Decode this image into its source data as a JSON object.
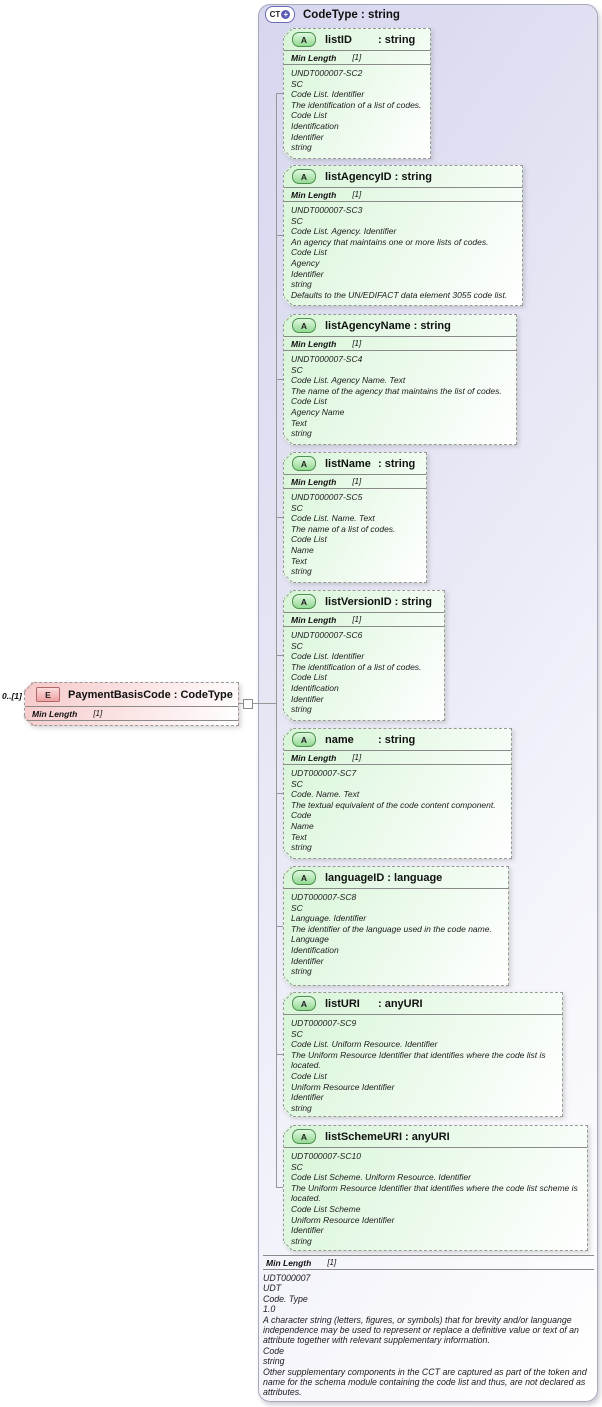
{
  "icons": {
    "complex_type": "CT",
    "complex_type_plus": "+",
    "attribute": "A",
    "element": "E"
  },
  "colors": {
    "complex_type_accent": "#5b5bb5",
    "complex_type_fill": "#dcdcf4",
    "attribute_fill": "#d7f5d7",
    "attribute_icon_border": "#4e8e4e",
    "element_fill": "#f6c9c9",
    "element_icon_border": "#b06868",
    "border_gray": "#999999"
  },
  "element": {
    "cardinality": "0..[1]",
    "title": "PaymentBasisCode : CodeType",
    "facet": {
      "name": "Min Length",
      "cardinality": "[1]"
    }
  },
  "complex_type": {
    "title": "CodeType : string",
    "facet": {
      "name": "Min Length",
      "cardinality": "[1]"
    },
    "annotations": [
      "UDT000007",
      "UDT",
      "Code. Type",
      "1.0",
      "A character string (letters, figures, or symbols) that for brevity and/or languange independence may be used to represent or replace a definitive value or text of an attribute together with relevant supplementary information.",
      "Code",
      "string",
      "Other supplementary components in the CCT are captured as part of the token and name for the schema module containing the code list and thus, are not declared as attributes."
    ],
    "attributes": [
      {
        "name": "listID",
        "type_label": ": string",
        "facet": {
          "name": "Min Length",
          "cardinality": "[1]"
        },
        "annotations": [
          "UNDT000007-SC2",
          "SC",
          "Code List. Identifier",
          "The identification of a list of codes.",
          "Code List",
          "Identification",
          "Identifier",
          "string"
        ]
      },
      {
        "name": "listAgencyID",
        "type_label": ": string",
        "facet": {
          "name": "Min Length",
          "cardinality": "[1]"
        },
        "annotations": [
          "UNDT000007-SC3",
          "SC",
          "Code List. Agency. Identifier",
          "An agency that maintains one or more lists of codes.",
          "Code List",
          "Agency",
          "Identifier",
          "string",
          "Defaults to the UN/EDIFACT data element 3055 code list."
        ]
      },
      {
        "name": "listAgencyName",
        "type_label": ": string",
        "facet": {
          "name": "Min Length",
          "cardinality": "[1]"
        },
        "annotations": [
          "UNDT000007-SC4",
          "SC",
          "Code List. Agency Name. Text",
          "The name of the agency that maintains the list of codes.",
          "Code List",
          "Agency Name",
          "Text",
          "string"
        ]
      },
      {
        "name": "listName",
        "type_label": ": string",
        "facet": {
          "name": "Min Length",
          "cardinality": "[1]"
        },
        "annotations": [
          "UNDT000007-SC5",
          "SC",
          "Code List. Name. Text",
          "The name of a list of codes.",
          "Code List",
          "Name",
          "Text",
          "string"
        ]
      },
      {
        "name": "listVersionID",
        "type_label": ": string",
        "facet": {
          "name": "Min Length",
          "cardinality": "[1]"
        },
        "annotations": [
          "UNDT000007-SC6",
          "SC",
          "Code List. Identifier",
          "The identification of a list of codes.",
          "Code List",
          "Identification",
          "Identifier",
          "string"
        ]
      },
      {
        "name": "name",
        "type_label": ": string",
        "facet": {
          "name": "Min Length",
          "cardinality": "[1]"
        },
        "annotations": [
          "UDT000007-SC7",
          "SC",
          "Code. Name. Text",
          "The textual equivalent of the code content component.",
          "Code",
          "Name",
          "Text",
          "string"
        ]
      },
      {
        "name": "languageID",
        "type_label": ": language",
        "annotations": [
          "UDT000007-SC8",
          "SC",
          "Language. Identifier",
          "The identifier of the language used in the code name.",
          "Language",
          "Identification",
          "Identifier",
          "string"
        ]
      },
      {
        "name": "listURI",
        "type_label": ": anyURI",
        "annotations": [
          "UDT000007-SC9",
          "SC",
          "Code List. Uniform Resource. Identifier",
          "The Uniform Resource Identifier that identifies where the code list is located.",
          "Code List",
          "Uniform Resource Identifier",
          "Identifier",
          "string"
        ]
      },
      {
        "name": "listSchemeURI",
        "type_label": ": anyURI",
        "annotations": [
          "UDT000007-SC10",
          "SC",
          "Code List Scheme. Uniform Resource. Identifier",
          "The Uniform Resource Identifier that identifies where the code list scheme is located.",
          "Code List Scheme",
          "Uniform Resource Identifier",
          "Identifier",
          "string"
        ]
      }
    ]
  }
}
